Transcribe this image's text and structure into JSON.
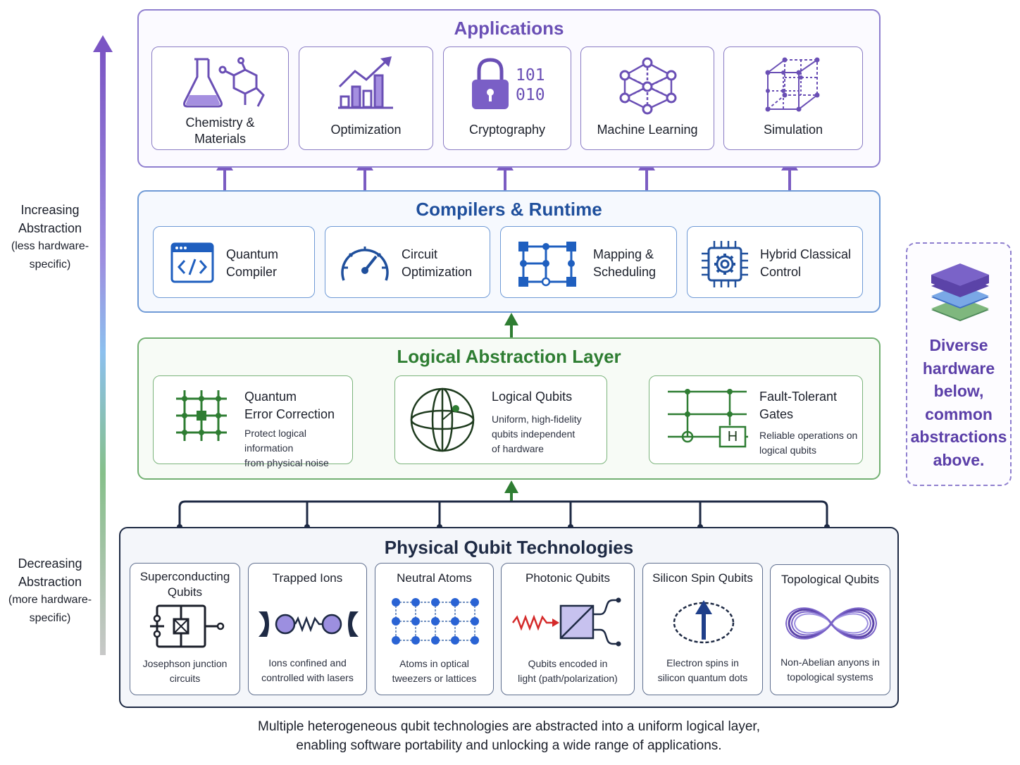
{
  "axis": {
    "top_label_line1": "Increasing",
    "top_label_line2": "Abstraction",
    "top_label_line3": "(less hardware-",
    "top_label_line4": "specific)",
    "bottom_label_line1": "Decreasing",
    "bottom_label_line2": "Abstraction",
    "bottom_label_line3": "(more hardware-",
    "bottom_label_line4": "specific)"
  },
  "applications": {
    "title": "Applications",
    "items": [
      {
        "label_line1": "Chemistry &",
        "label_line2": "Materials",
        "icon": "flask-molecule-icon"
      },
      {
        "label": "Optimization",
        "icon": "bar-chart-trend-icon"
      },
      {
        "label": "Cryptography",
        "icon": "padlock-binary-icon",
        "binary_line1": "101",
        "binary_line2": "010"
      },
      {
        "label": "Machine Learning",
        "icon": "neural-network-icon"
      },
      {
        "label": "Simulation",
        "icon": "lattice-cube-icon"
      }
    ]
  },
  "compilers": {
    "title": "Compilers & Runtime",
    "items": [
      {
        "label_line1": "Quantum",
        "label_line2": "Compiler",
        "icon": "code-window-icon"
      },
      {
        "label_line1": "Circuit",
        "label_line2": "Optimization",
        "icon": "gauge-icon"
      },
      {
        "label_line1": "Mapping &",
        "label_line2": "Scheduling",
        "icon": "circuit-grid-icon"
      },
      {
        "label_line1": "Hybrid Classical",
        "label_line2": "Control",
        "icon": "chip-gear-icon"
      }
    ]
  },
  "logical": {
    "title": "Logical Abstraction Layer",
    "items": [
      {
        "title_line1": "Quantum",
        "title_line2": "Error Correction",
        "desc_line1": "Protect logical information",
        "desc_line2": "from physical noise",
        "icon": "qec-grid-icon"
      },
      {
        "title_line1": "Logical Qubits",
        "desc_line1": "Uniform, high-fidelity",
        "desc_line2": "qubits independent",
        "desc_line3": "of hardware",
        "icon": "bloch-sphere-icon"
      },
      {
        "title_line1": "Fault-Tolerant",
        "title_line2": "Gates",
        "desc_line1": "Reliable operations on",
        "desc_line2": "logical qubits",
        "icon": "gate-circuit-icon",
        "gate_label": "H"
      }
    ]
  },
  "physical": {
    "title": "Physical Qubit Technologies",
    "items": [
      {
        "title_line1": "Superconducting",
        "title_line2": "Qubits",
        "desc_line1": "Josephson junction",
        "desc_line2": "circuits",
        "icon": "josephson-circuit-icon"
      },
      {
        "title_line1": "Trapped Ions",
        "desc_line1": "Ions confined and",
        "desc_line2": "controlled with lasers",
        "icon": "ion-trap-icon"
      },
      {
        "title_line1": "Neutral Atoms",
        "desc_line1": "Atoms in optical",
        "desc_line2": "tweezers or lattices",
        "icon": "atom-array-icon"
      },
      {
        "title_line1": "Photonic Qubits",
        "desc_line1": "Qubits encoded in",
        "desc_line2": "light (path/polarization)",
        "icon": "beam-splitter-icon"
      },
      {
        "title_line1": "Silicon Spin Qubits",
        "desc_line1": "Electron spins in",
        "desc_line2": "silicon quantum dots",
        "icon": "spin-arrow-icon"
      },
      {
        "title_line1": "Topological Qubits",
        "desc_line1": "Non-Abelian anyons in",
        "desc_line2": "topological systems",
        "icon": "infinity-braid-icon"
      }
    ]
  },
  "callout": {
    "line1": "Diverse",
    "line2": "hardware",
    "line3": "below,",
    "line4": "common",
    "line5": "abstractions",
    "line6": "above.",
    "icon": "stacked-layers-icon"
  },
  "caption": {
    "line1": "Multiple heterogeneous qubit technologies are abstracted into a uniform logical layer,",
    "line2": "enabling software portability and unlocking a wide range of applications."
  },
  "colors": {
    "applications": "#6a4fb5",
    "compilers": "#1f4f9c",
    "logical": "#2e7d32",
    "physical": "#1e2a44"
  }
}
